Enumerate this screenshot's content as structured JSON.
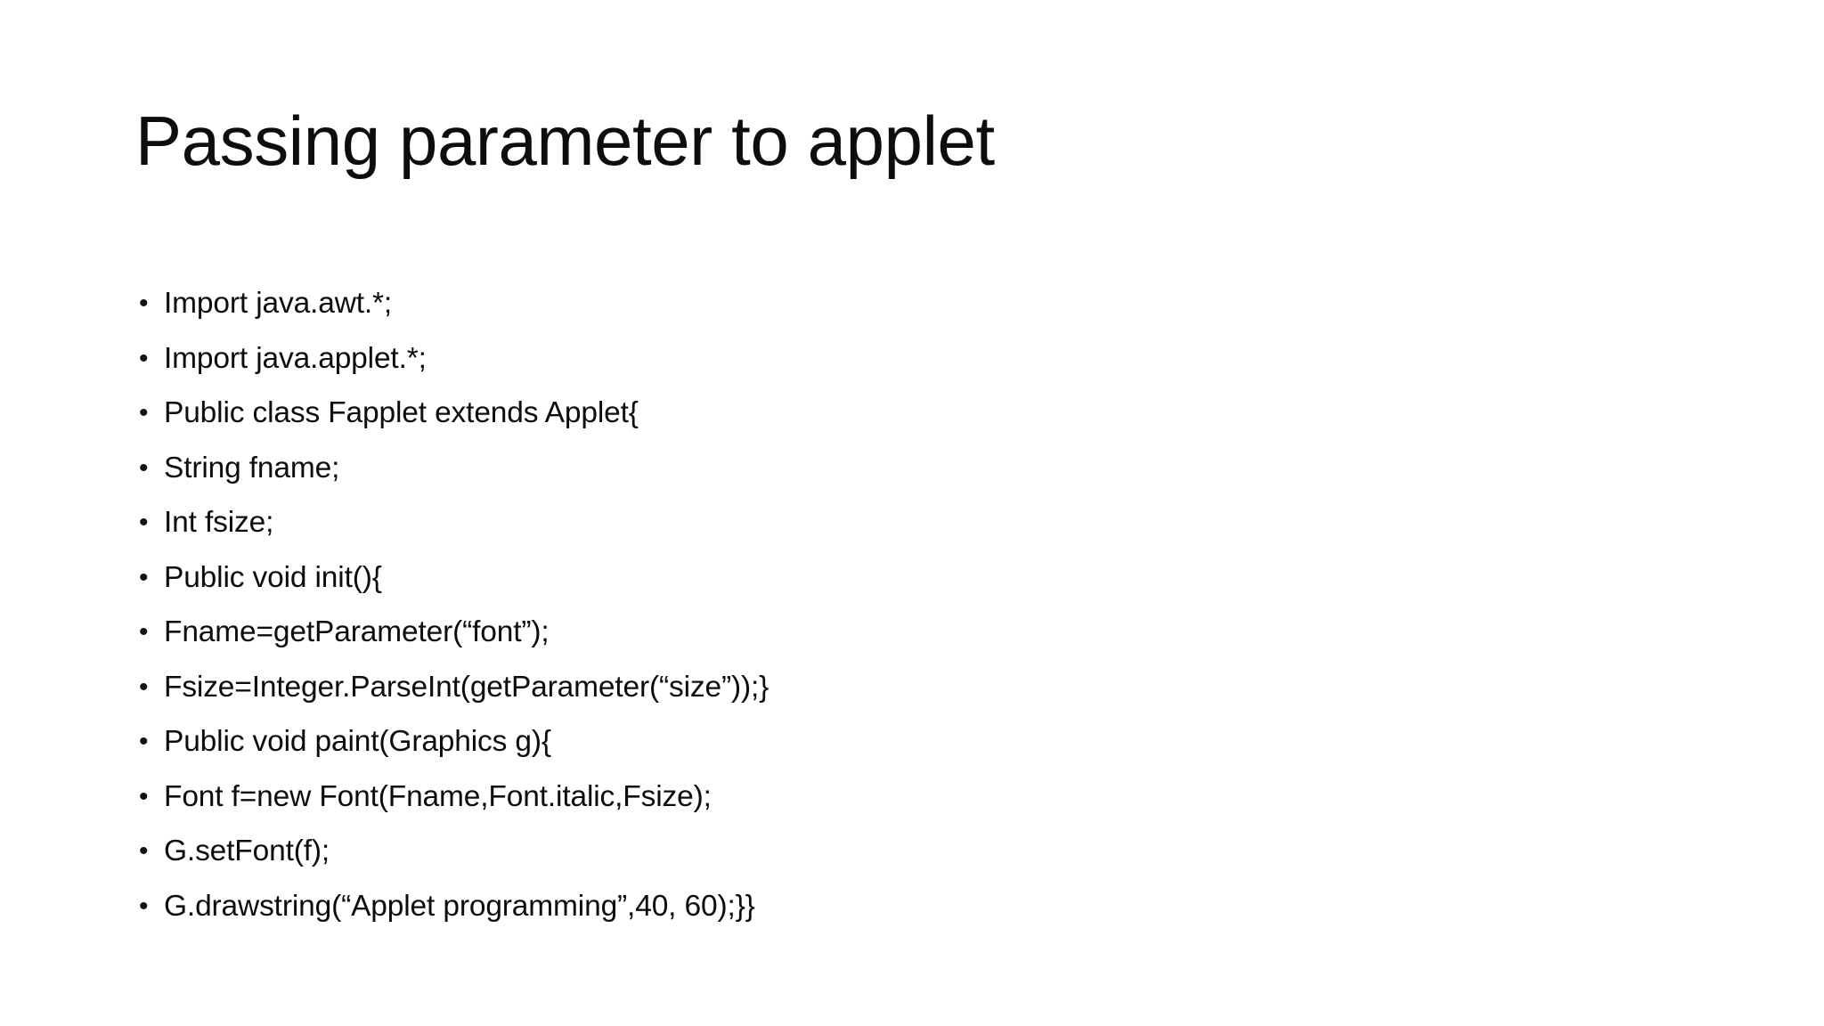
{
  "slide": {
    "title": "Passing parameter to applet",
    "background_color": "#ffffff",
    "text_color": "#0d0d0d",
    "bullet_glyph": "•",
    "bullets": [
      {
        "text": "Import java.awt.*;"
      },
      {
        "text": "Import java.applet.*;"
      },
      {
        "text": "Public class Fapplet extends Applet{"
      },
      {
        "text": "String fname;"
      },
      {
        "text": "Int fsize;"
      },
      {
        "text": "Public void init(){"
      },
      {
        "text": "Fname=getParameter(“font”);"
      },
      {
        "text": "Fsize=Integer.ParseInt(getParameter(“size”));}"
      },
      {
        "text": "Public void paint(Graphics g){"
      },
      {
        "text": "Font f=new Font(Fname,Font.italic,Fsize);"
      },
      {
        "text": "G.setFont(f);"
      },
      {
        "text": "G.drawstring(“Applet programming”,40, 60);}}"
      }
    ]
  }
}
